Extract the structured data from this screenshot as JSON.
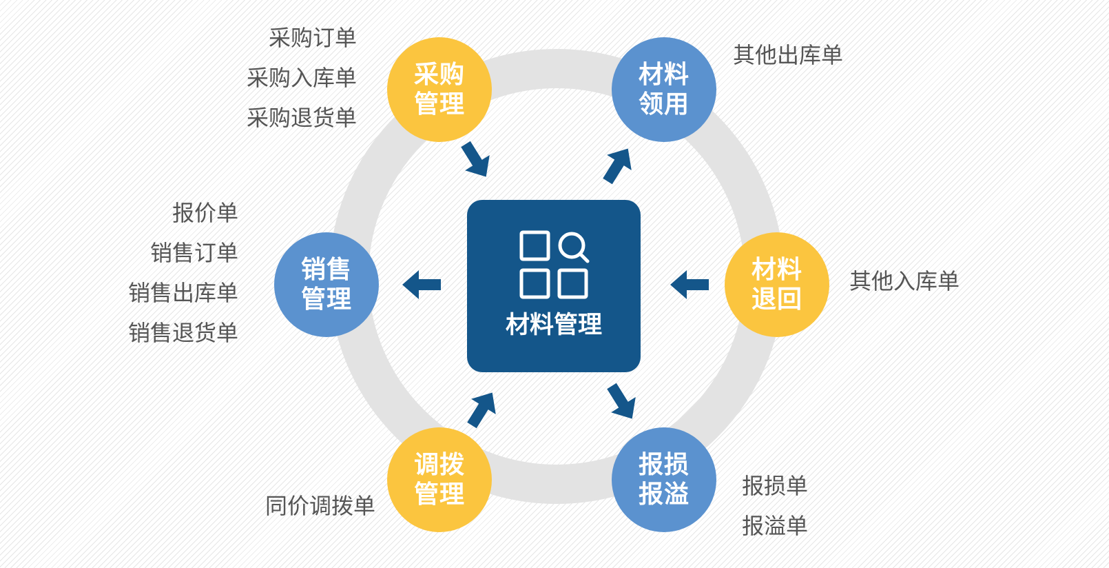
{
  "center": {
    "title": "材料管理",
    "icon": "search-grid-icon"
  },
  "nodes": {
    "purchase": {
      "line1": "采购",
      "line2": "管理"
    },
    "issue": {
      "line1": "材料",
      "line2": "领用"
    },
    "sales": {
      "line1": "销售",
      "line2": "管理"
    },
    "return": {
      "line1": "材料",
      "line2": "退回"
    },
    "transfer": {
      "line1": "调拨",
      "line2": "管理"
    },
    "loss": {
      "line1": "报损",
      "line2": "报溢"
    }
  },
  "documents": {
    "purchase": [
      "采购订单",
      "采购入库单",
      "采购退货单"
    ],
    "issue": [
      "其他出库单"
    ],
    "sales": [
      "报价单",
      "销售订单",
      "销售出库单",
      "销售退货单"
    ],
    "return": [
      "其他入库单"
    ],
    "transfer": [
      "同价调拨单"
    ],
    "loss": [
      "报损单",
      "报溢单"
    ]
  },
  "colors": {
    "center": "#14568a",
    "yellow_node": "#fbc53f",
    "blue_node": "#5b92cf",
    "arrow": "#14568a",
    "ring": "#e3e3e3",
    "doc_text": "#555555"
  }
}
